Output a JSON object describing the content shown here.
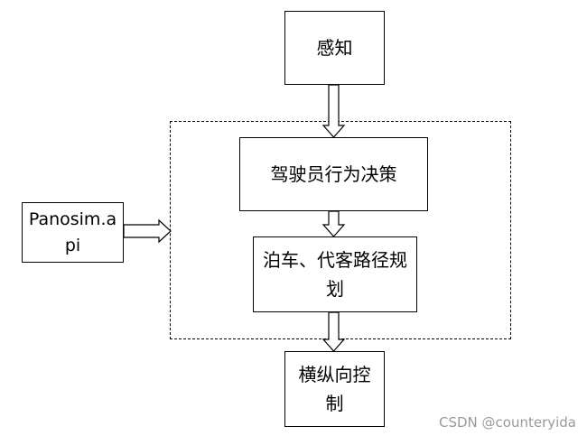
{
  "nodes": {
    "perception": "感知",
    "behavior_decision": "驾驶员行为决策",
    "path_planning": "泊车、代客路径规划",
    "control": "横纵向控制",
    "api": "Panosim.api"
  },
  "watermark": "CSDN @counteryida"
}
